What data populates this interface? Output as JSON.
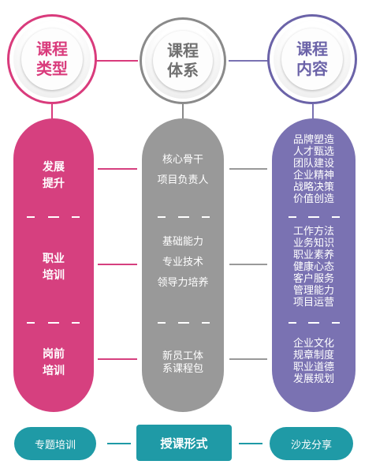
{
  "headers": [
    {
      "label": "课程\n类型",
      "color": "#d93b7c"
    },
    {
      "label": "课程\n体系",
      "color": "#8a8a8a"
    },
    {
      "label": "课程\n内容",
      "color": "#6b63a8"
    }
  ],
  "column_types": {
    "rows": [
      "发展\n提升",
      "职业\n培训",
      "岗前\n培训"
    ],
    "color": "#d6407f"
  },
  "column_system": {
    "rows": [
      "核心骨干\n\n项目负责人",
      "基础能力\n\n专业技术\n\n领导力培养",
      "新员工体\n系课程包"
    ],
    "color": "#999999"
  },
  "column_content": {
    "rows": [
      "品牌塑造\n人才甄选\n团队建设\n企业精神\n战略决策\n价值创造",
      "工作方法\n业务知识\n职业素养\n健康心态\n客户服务\n管理能力\n项目运营",
      "企业文化\n规章制度\n职业道德\n发展规划"
    ],
    "color": "#7a72b2"
  },
  "bottom": {
    "left": "专题培训",
    "center": "授课形式",
    "right": "沙龙分享",
    "color": "#1f9aa6"
  }
}
